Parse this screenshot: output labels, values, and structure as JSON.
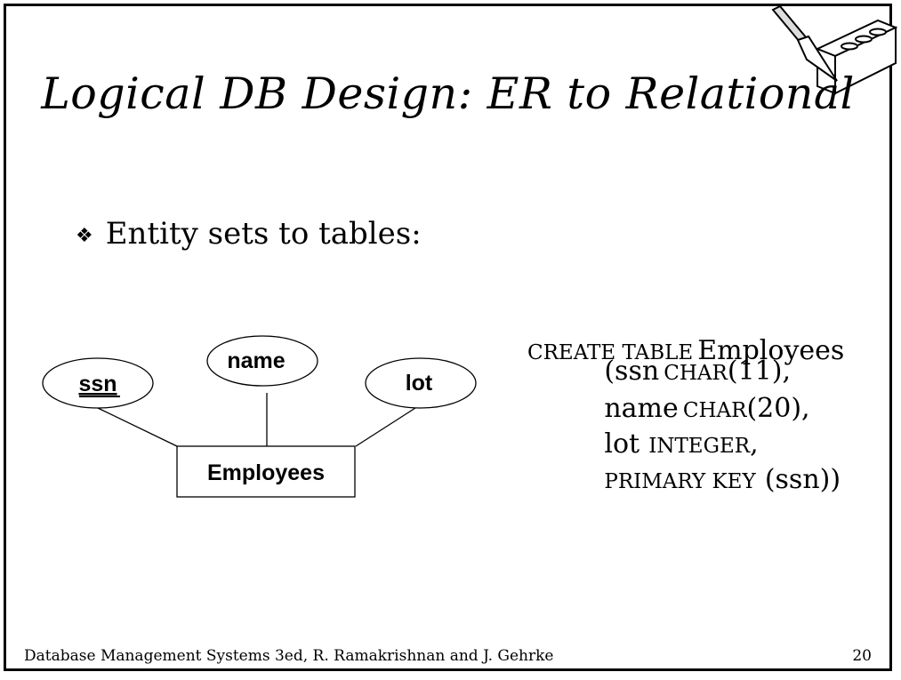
{
  "slide": {
    "title": "Logical DB Design: ER to Relational",
    "bullet": "Entity sets to tables:",
    "er_diagram": {
      "entity": "Employees",
      "attributes": [
        {
          "label": "ssn",
          "key": true
        },
        {
          "label": "name",
          "key": false
        },
        {
          "label": "lot",
          "key": false
        }
      ]
    },
    "sql": {
      "line1_kw": "CREATE TABLE",
      "line1_id": "Employees",
      "line2_a": "(ssn",
      "line2_kw": "CHAR",
      "line2_b": "(11),",
      "line3_a": "name",
      "line3_kw": "CHAR",
      "line3_b": "(20),",
      "line4_a": "lot",
      "line4_kw": "INTEGER",
      "line4_b": ",",
      "line5_kw": "PRIMARY KEY",
      "line5_b": "(ssn))"
    },
    "footer": {
      "source": "Database Management Systems 3ed,  R. Ramakrishnan and J. Gehrke",
      "page_number": "20"
    }
  }
}
